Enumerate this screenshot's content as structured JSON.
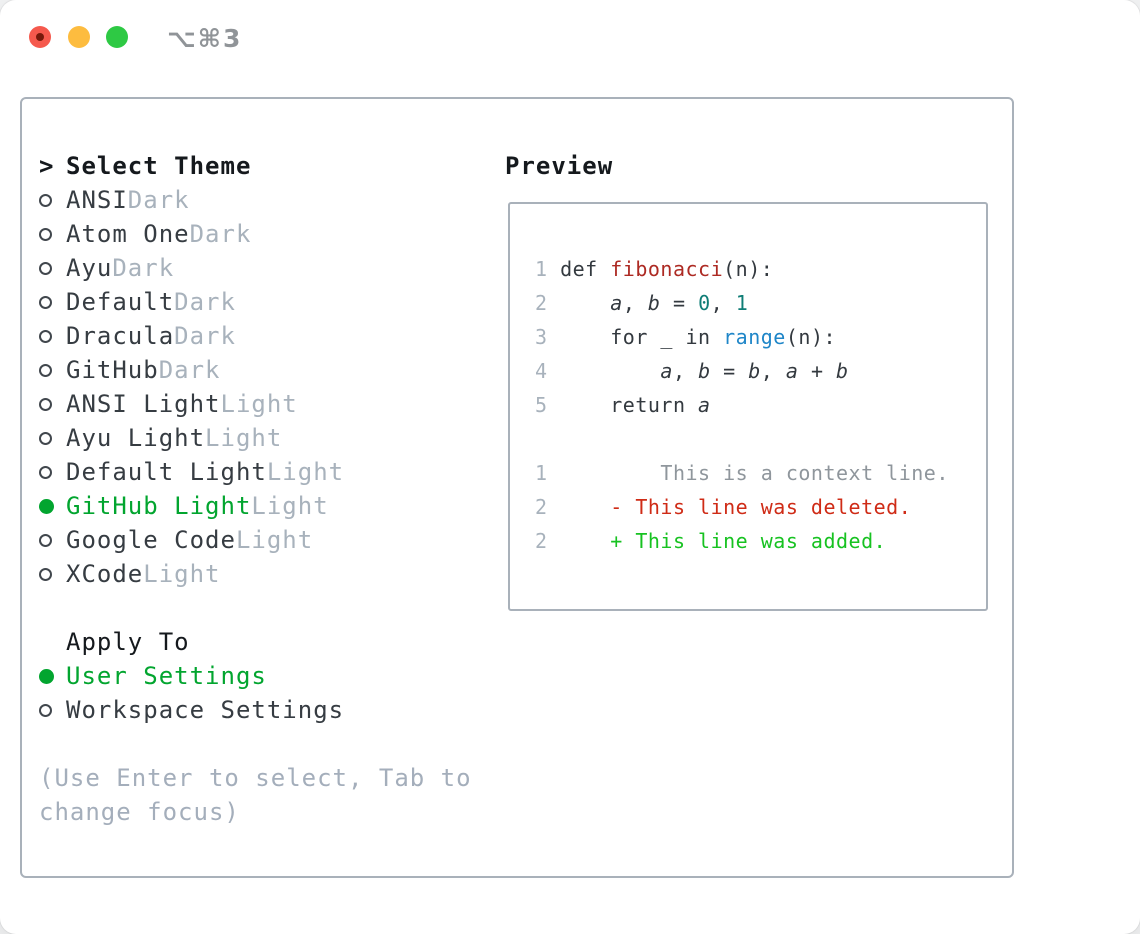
{
  "titlebar": {
    "shortcut_label": "⌥⌘3",
    "buttons": [
      "close",
      "minimize",
      "zoom"
    ]
  },
  "colors": {
    "selected_green": "#02a52f",
    "added_green": "#17c221",
    "deleted_red": "#cf2b16",
    "function_red": "#ad2a23",
    "builtin_blue": "#1f86c8",
    "number_teal": "#0f7d76",
    "muted_gray": "#a8b2bc",
    "text_dark": "#363c42",
    "border_gray": "#a9b1ba",
    "traffic_red": "#f5594d",
    "traffic_yellow": "#fdbc3f",
    "traffic_green": "#2ec944"
  },
  "theme_menu": {
    "prompt": ">",
    "header": "Select Theme",
    "items": [
      {
        "name": "ANSI",
        "variant": "Dark",
        "selected": false
      },
      {
        "name": "Atom One",
        "variant": "Dark",
        "selected": false
      },
      {
        "name": "Ayu",
        "variant": "Dark",
        "selected": false
      },
      {
        "name": "Default",
        "variant": "Dark",
        "selected": false
      },
      {
        "name": "Dracula",
        "variant": "Dark",
        "selected": false
      },
      {
        "name": "GitHub",
        "variant": "Dark",
        "selected": false
      },
      {
        "name": "ANSI Light",
        "variant": "Light",
        "selected": false
      },
      {
        "name": "Ayu Light",
        "variant": "Light",
        "selected": false
      },
      {
        "name": "Default Light",
        "variant": "Light",
        "selected": false
      },
      {
        "name": "GitHub Light",
        "variant": "Light",
        "selected": true
      },
      {
        "name": "Google Code",
        "variant": "Light",
        "selected": false
      },
      {
        "name": "XCode",
        "variant": "Light",
        "selected": false
      }
    ],
    "apply_to": {
      "header": "Apply To",
      "options": [
        {
          "label": "User Settings",
          "selected": true
        },
        {
          "label": "Workspace Settings",
          "selected": false
        }
      ]
    },
    "help_lines": [
      "(Use Enter to select, Tab to",
      "change focus)"
    ]
  },
  "preview": {
    "header": "Preview",
    "lines": [
      {
        "segments": [
          {
            "text": "1 ",
            "style": "ln"
          },
          {
            "text": "def ",
            "style": "code"
          },
          {
            "text": "fibonacci",
            "style": "fn"
          },
          {
            "text": "(n):",
            "style": "code"
          }
        ]
      },
      {
        "segments": [
          {
            "text": "2 ",
            "style": "ln"
          },
          {
            "text": "    ",
            "style": "code"
          },
          {
            "text": "a",
            "style": "var"
          },
          {
            "text": ", ",
            "style": "code"
          },
          {
            "text": "b",
            "style": "var"
          },
          {
            "text": " = ",
            "style": "code"
          },
          {
            "text": "0",
            "style": "num"
          },
          {
            "text": ", ",
            "style": "code"
          },
          {
            "text": "1",
            "style": "num"
          }
        ]
      },
      {
        "segments": [
          {
            "text": "3 ",
            "style": "ln"
          },
          {
            "text": "    for _ in ",
            "style": "code"
          },
          {
            "text": "range",
            "style": "blue"
          },
          {
            "text": "(n):",
            "style": "code"
          }
        ]
      },
      {
        "segments": [
          {
            "text": "4 ",
            "style": "ln"
          },
          {
            "text": "        ",
            "style": "code"
          },
          {
            "text": "a",
            "style": "var"
          },
          {
            "text": ", ",
            "style": "code"
          },
          {
            "text": "b",
            "style": "var"
          },
          {
            "text": " = ",
            "style": "code"
          },
          {
            "text": "b",
            "style": "var"
          },
          {
            "text": ", ",
            "style": "code"
          },
          {
            "text": "a",
            "style": "var"
          },
          {
            "text": " + ",
            "style": "code"
          },
          {
            "text": "b",
            "style": "var"
          }
        ]
      },
      {
        "segments": [
          {
            "text": "5 ",
            "style": "ln"
          },
          {
            "text": "    return ",
            "style": "code"
          },
          {
            "text": "a",
            "style": "var"
          }
        ]
      },
      {
        "segments": []
      },
      {
        "segments": [
          {
            "text": "1 ",
            "style": "ln"
          },
          {
            "text": "        This is a context line.",
            "style": "ctx"
          }
        ]
      },
      {
        "segments": [
          {
            "text": "2 ",
            "style": "ln"
          },
          {
            "text": "    - This line was deleted.",
            "style": "del"
          }
        ]
      },
      {
        "segments": [
          {
            "text": "2 ",
            "style": "ln"
          },
          {
            "text": "    + This line was added.",
            "style": "add"
          }
        ]
      }
    ]
  }
}
